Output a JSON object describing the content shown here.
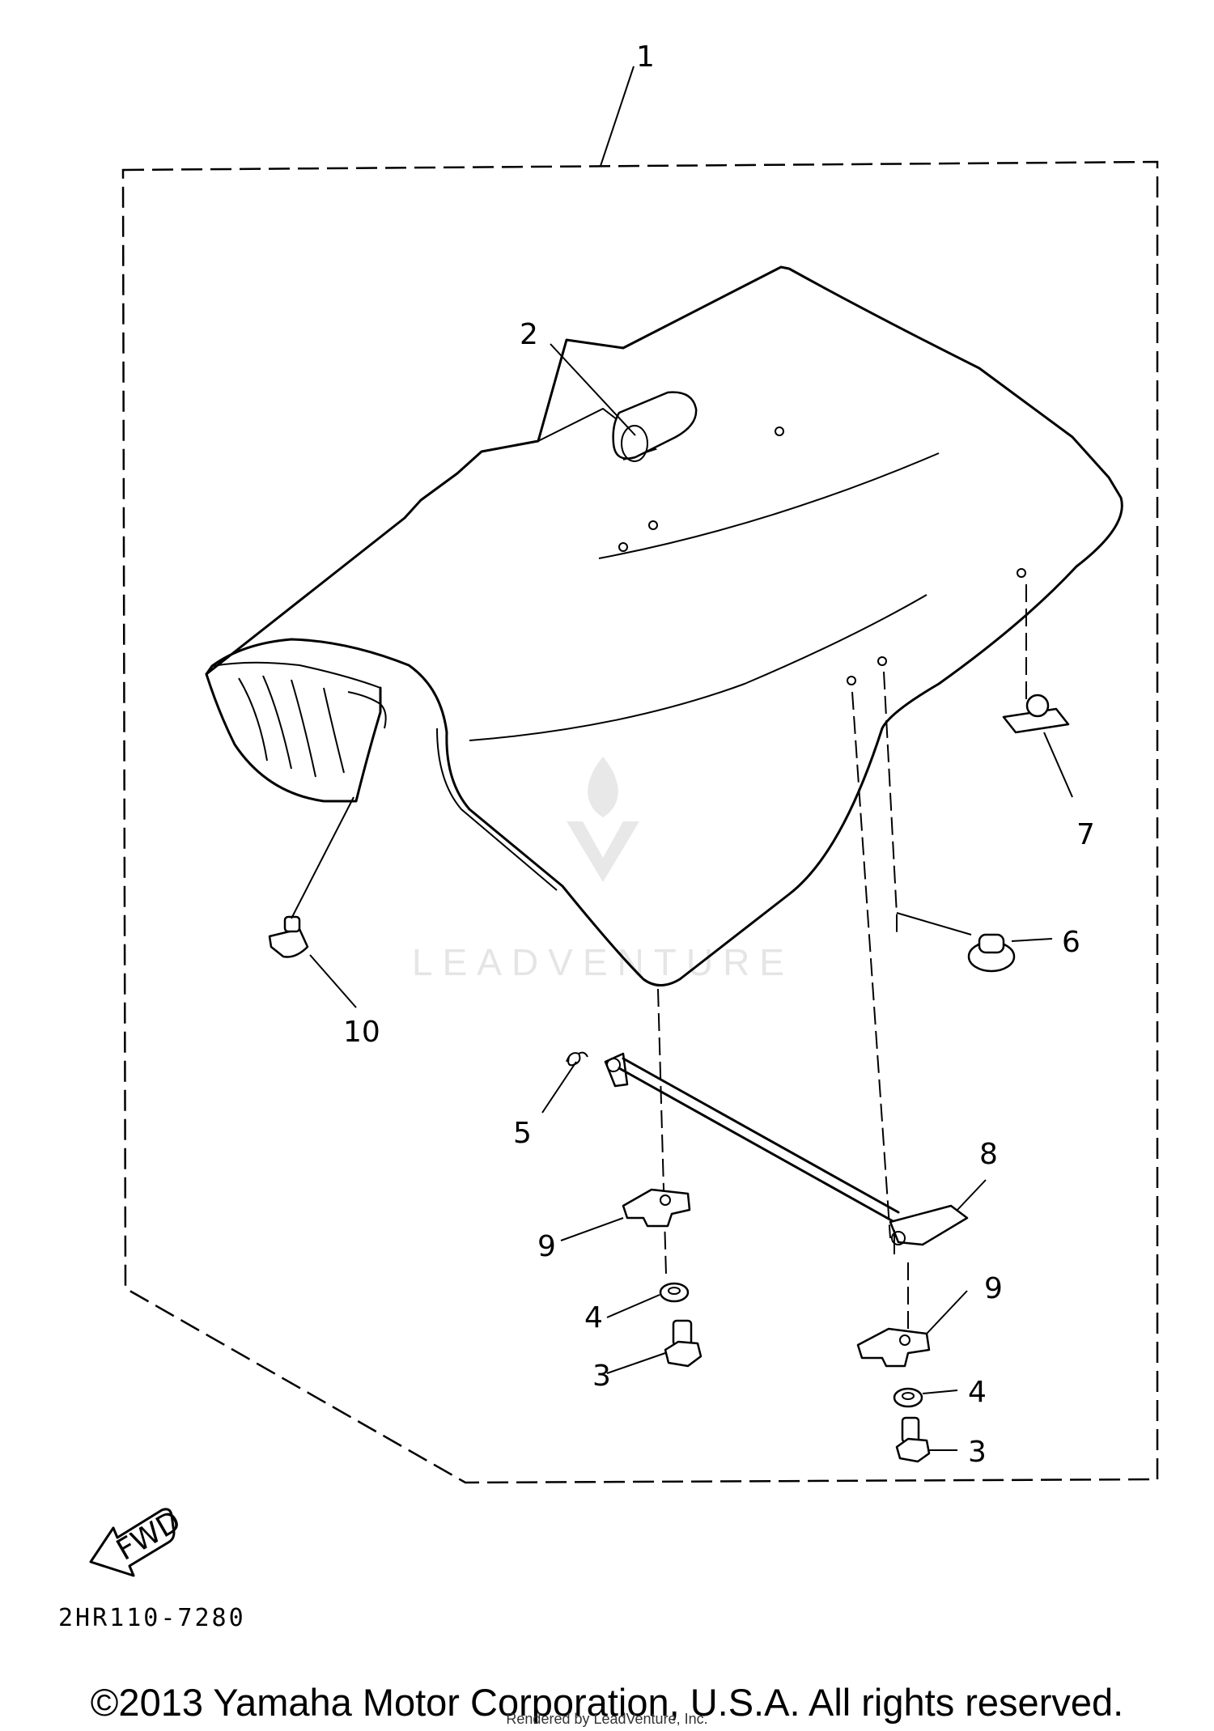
{
  "diagram": {
    "callouts": {
      "c1": "1",
      "c2": "2",
      "c3a": "3",
      "c3b": "3",
      "c4a": "4",
      "c4b": "4",
      "c5": "5",
      "c6": "6",
      "c7": "7",
      "c8": "8",
      "c9a": "9",
      "c9b": "9",
      "c10": "10"
    },
    "fwd_label": "FWD",
    "diagram_code": "2HR110-7280",
    "watermark": "LEADVENTURE"
  },
  "footer": {
    "copyright": "©2013 Yamaha Motor Corporation, U.S.A. All rights reserved.",
    "rendered_by": "Rendered by LeadVenture, Inc."
  }
}
